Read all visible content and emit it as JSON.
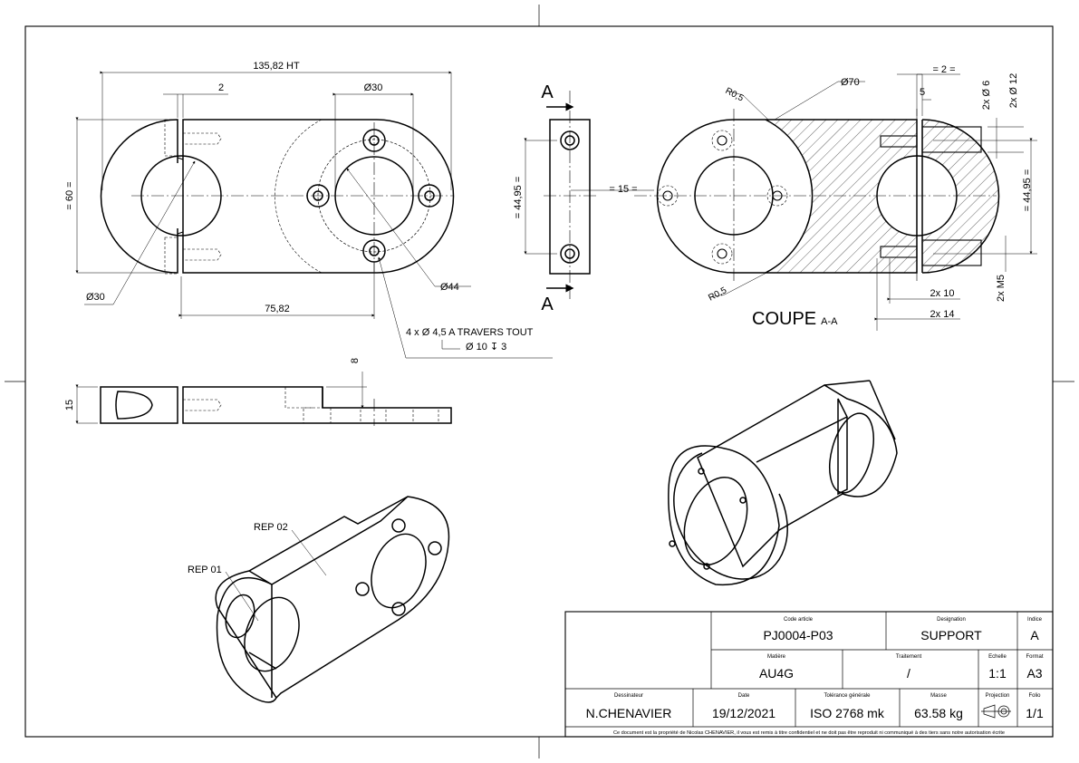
{
  "drawing": {
    "front_view": {
      "overall_length": "135,82 HT",
      "gap": "2",
      "hole_diameter_top": "Ø30",
      "height": "= 60 =",
      "bore_left": "Ø30",
      "bolt_circle": "Ø44",
      "hole_spacing": "75,82",
      "note_holes": "4 x  Ø  4,5 A TRAVERS TOUT",
      "note_counterbore": "Ø 10 ↧ 3"
    },
    "side_view": {
      "thickness": "15",
      "step": "8"
    },
    "section_view": {
      "cut_marker": "A",
      "height": "= 44,95 =",
      "spacing": "= 15 =",
      "outer_diameter": "Ø70",
      "radius_top": "R0,5",
      "radius_bottom": "R0,5",
      "gap": "= 2 =",
      "offset": "5",
      "hole_small": "2x Ø 6",
      "hole_large": "2x Ø 12",
      "height_right": "= 44,95 =",
      "depth_1": "2x 10",
      "depth_2": "2x 14",
      "thread": "2x M5",
      "title": "COUPE",
      "title_suffix": "A-A"
    },
    "iso_view": {
      "rep_02": "REP 02",
      "rep_01": "REP 01"
    }
  },
  "title_block": {
    "code_article_label": "Code article",
    "code_article": "PJ0004-P03",
    "designation_label": "Designation",
    "designation": "SUPPORT",
    "indice_label": "Indice",
    "indice": "A",
    "matiere_label": "Matière",
    "matiere": "AU4G",
    "traitement_label": "Traitement",
    "traitement": "/",
    "echelle_label": "Echelle",
    "echelle": "1:1",
    "format_label": "Format",
    "format": "A3",
    "dessinateur_label": "Dessinateur",
    "dessinateur": "N.CHENAVIER",
    "date_label": "Date",
    "date": "19/12/2021",
    "tolerance_label": "Tolérance générale",
    "tolerance": "ISO 2768 mk",
    "masse_label": "Masse",
    "masse": "63.58 kg",
    "projection_label": "Projection",
    "folio_label": "Folio",
    "folio": "1/1",
    "footer": "Ce document est la propriété de Nicolas CHENAVIER, il vous est remis à titre confidentiel et ne doit pas être reproduit ni communiqué à des tiers sans notre autorisation écrite"
  }
}
